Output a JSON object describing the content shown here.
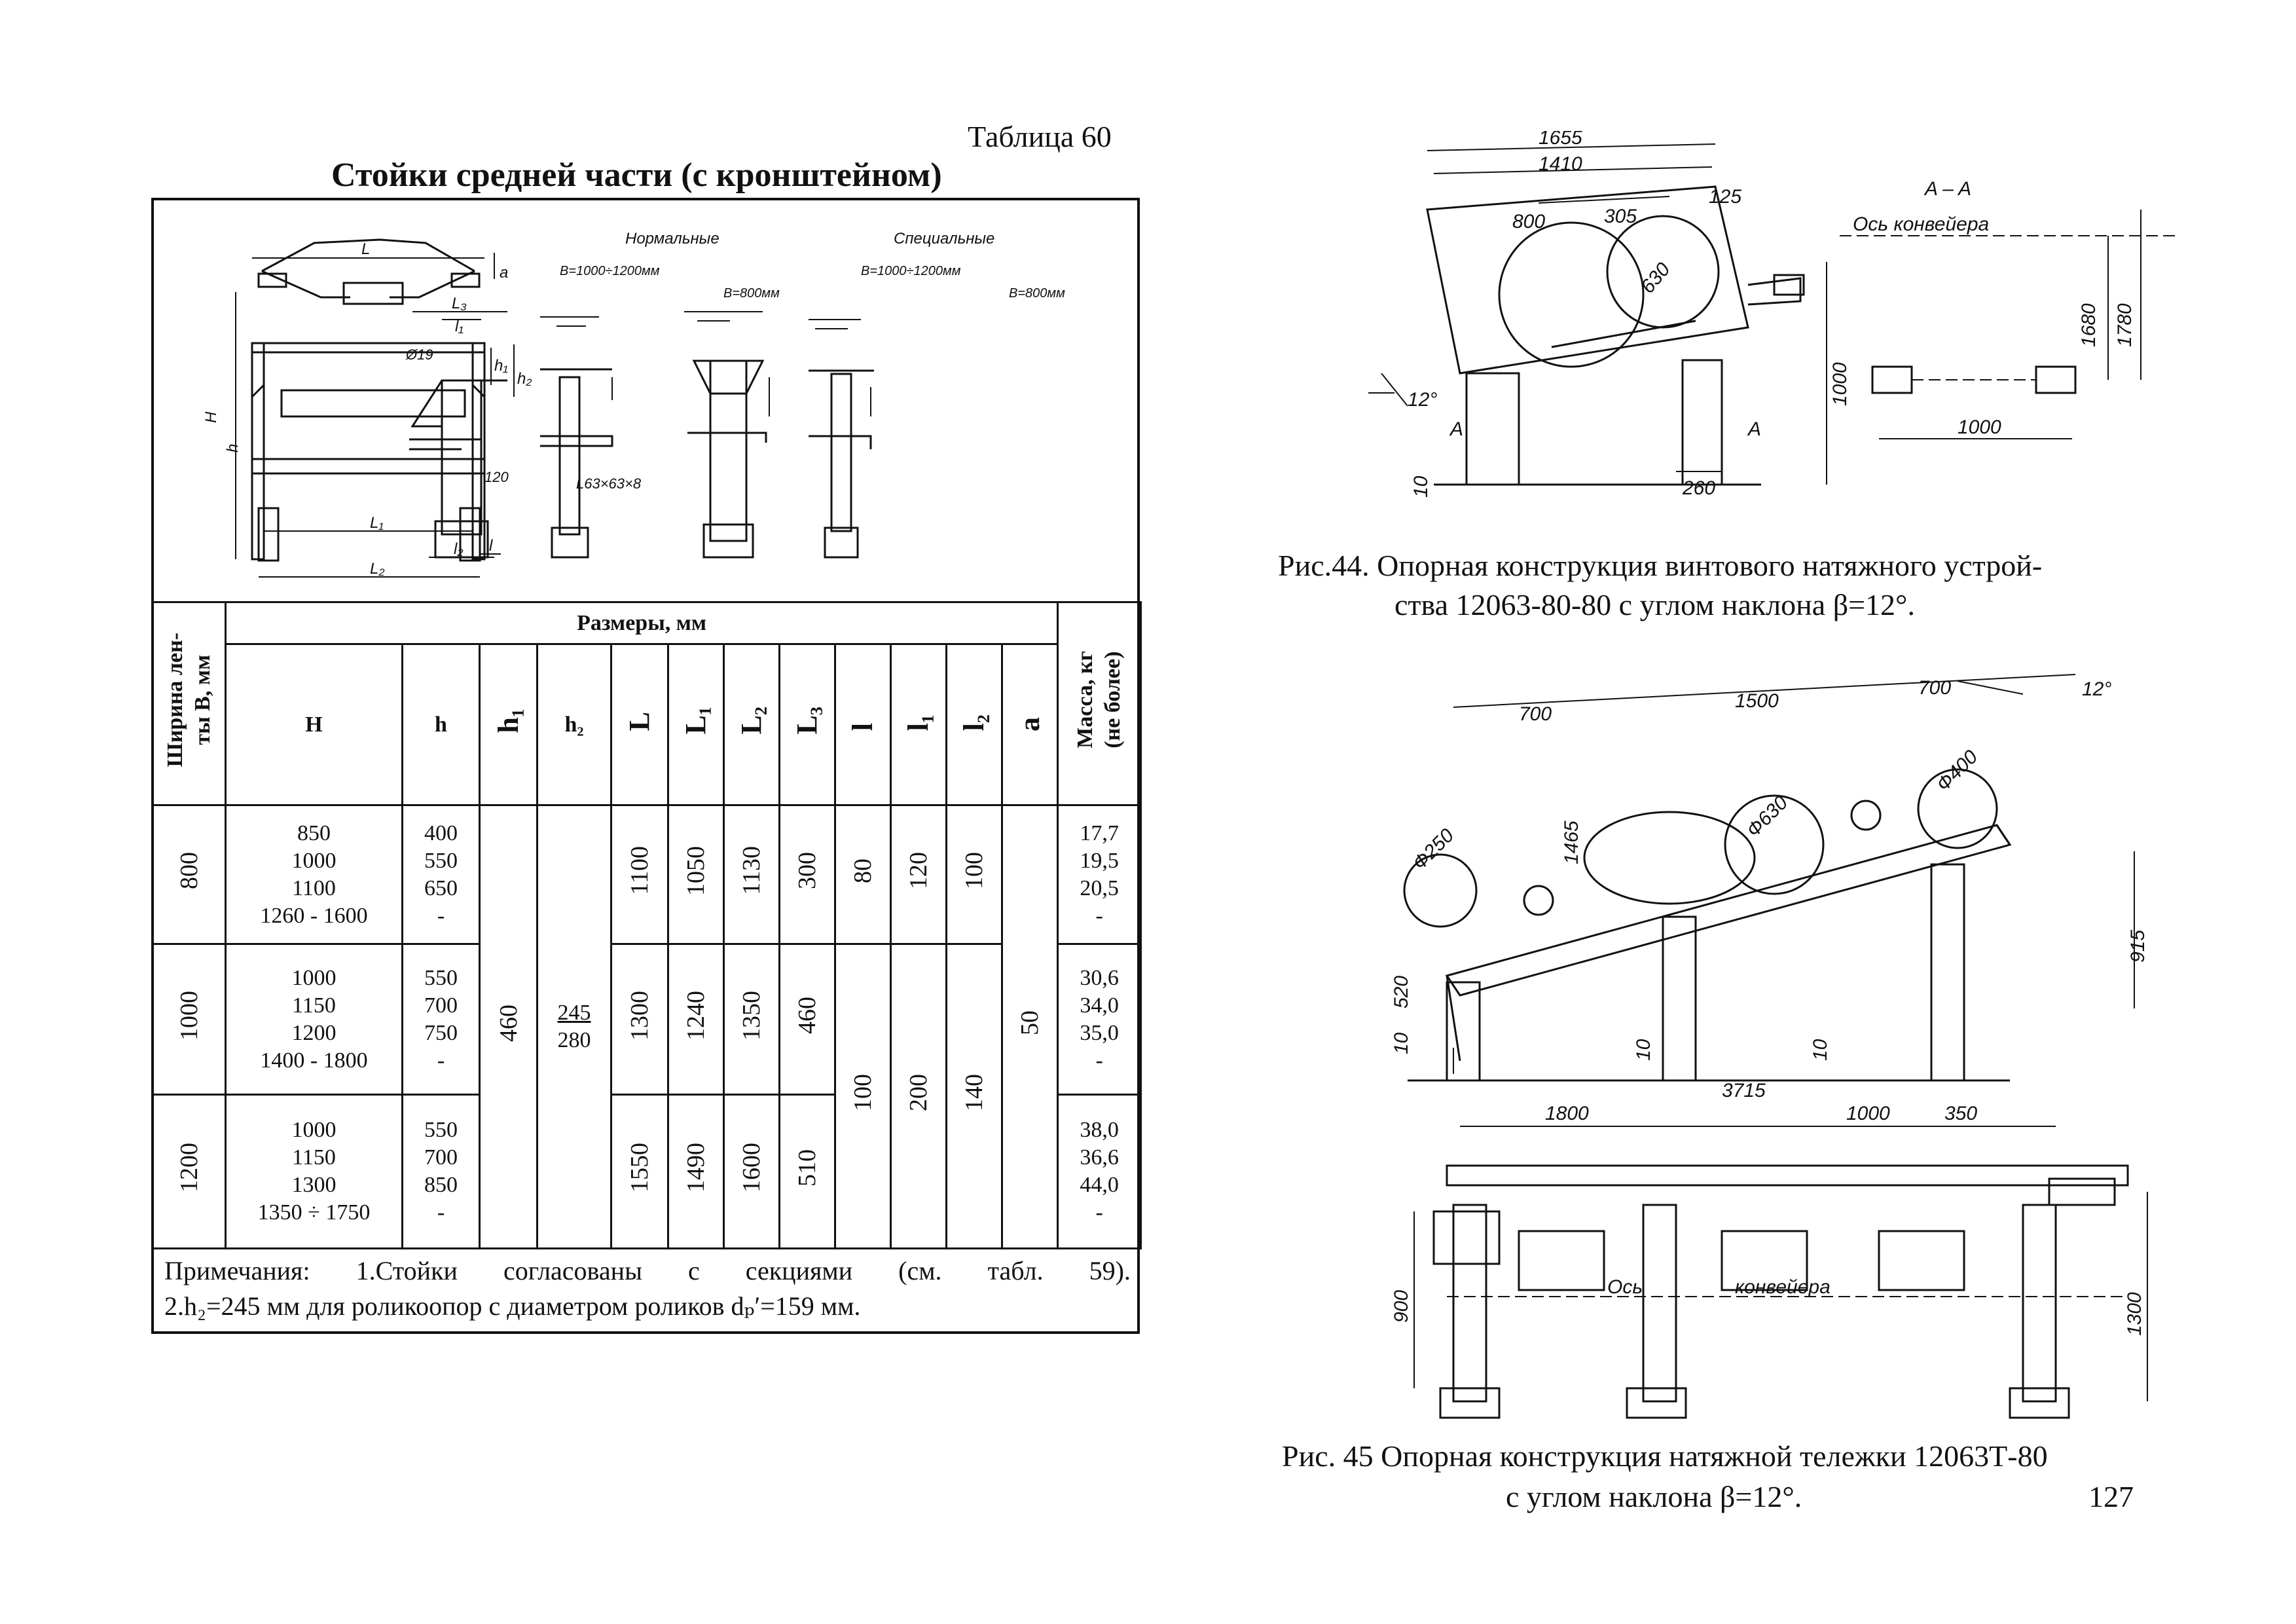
{
  "table_label": "Таблица 60",
  "table_title": "Стойки средней части (с кронштейном)",
  "drawing_labels": {
    "group_normal": "Нормальные",
    "group_special": "Специальные",
    "range_normal": "B=1000÷1200мм",
    "range_normal_800": "B=800мм",
    "range_special": "B=1000÷1200мм",
    "range_special_800": "B=800мм",
    "dim_L": "L",
    "dim_a": "a",
    "dim_H": "H",
    "dim_h": "h",
    "dim_h1": "h₁",
    "dim_L1": "L₁",
    "dim_L2": "L₂",
    "dim_l": "l",
    "dim_L3": "L₃",
    "dim_l1": "l₁",
    "dim_l2": "l₂",
    "dim_h2": "h₂",
    "dia19": "Ø19",
    "dim_120": "120",
    "angle_profile": "L63×63×8"
  },
  "table": {
    "col_width_header": "Ширина лен-\nты B, мм",
    "group_header": "Размеры, мм",
    "columns": [
      "H",
      "h",
      "h₁",
      "h₂",
      "L",
      "L₁",
      "L₂",
      "L₃",
      "l",
      "l₁",
      "l₂",
      "a"
    ],
    "mass_header": "Масса, кг\n(не более)",
    "rows": [
      {
        "B": "800",
        "H": [
          "850",
          "1000",
          "1100",
          "1260 - 1600"
        ],
        "h": [
          "400",
          "550",
          "650",
          "-"
        ],
        "L": "1100",
        "L1": "1050",
        "L2": "1130",
        "L3": "300",
        "l": "80",
        "l1": "120",
        "l2": "100",
        "mass": [
          "17,7",
          "19,5",
          "20,5",
          "-"
        ]
      },
      {
        "B": "1000",
        "H": [
          "1000",
          "1150",
          "1200",
          "1400 - 1800"
        ],
        "h": [
          "550",
          "700",
          "750",
          "-"
        ],
        "L": "1300",
        "L1": "1240",
        "L2": "1350",
        "L3": "460",
        "mass": [
          "30,6",
          "34,0",
          "35,0",
          "-"
        ]
      },
      {
        "B": "1200",
        "H": [
          "1000",
          "1150",
          "1300",
          "1350 ÷ 1750"
        ],
        "h": [
          "550",
          "700",
          "850",
          "-"
        ],
        "L": "1550",
        "L1": "1490",
        "L2": "1600",
        "L3": "510",
        "mass": [
          "38,0",
          "36,6",
          "44,0",
          "-"
        ]
      }
    ],
    "merged": {
      "h1": "460",
      "h2_a": "245",
      "h2_b": "280",
      "l": "100",
      "l1": "200",
      "l2": "140",
      "a": "50"
    }
  },
  "notes": {
    "line1_a": "Примечания:",
    "line1_b": "1.Стойки",
    "line1_c": "согласованы",
    "line1_d": "с",
    "line1_e": "секциями",
    "line1_f": "(см.",
    "line1_g": "табл.",
    "line1_h": "59).",
    "line2": "2.h₂=245 мм для роликоопор с диаметром роликов dₚ′=159 мм."
  },
  "fig44": {
    "caption_1": "Рис.44. Опорная конструкция винтового натяжного устрой-",
    "caption_2": "ства 12063-80-80 с углом наклона β=12°.",
    "dims": [
      "1655",
      "1410",
      "800",
      "305",
      "125",
      "630",
      "1000",
      "12°",
      "10",
      "260",
      "A",
      "A"
    ],
    "section_label": "A – A",
    "axis_label": "Ось  конвейера",
    "dims_right": [
      "1680",
      "1780",
      "1000"
    ]
  },
  "fig45": {
    "caption_1": "Рис. 45 Опорная конструкция натяжной тележки 12063Т-80",
    "caption_2": "с углом наклона β=12°.",
    "dims_top": [
      "700",
      "1500",
      "700",
      "12°",
      "Ф250",
      "1465",
      "Ф630",
      "Ф400",
      "520",
      "915",
      "10",
      "10",
      "10",
      "1800",
      "1000",
      "350",
      "3715"
    ],
    "dims_bottom": [
      "900",
      "1300"
    ],
    "axis_a": "Ось",
    "axis_b": "конвейера"
  },
  "page_number": "127"
}
